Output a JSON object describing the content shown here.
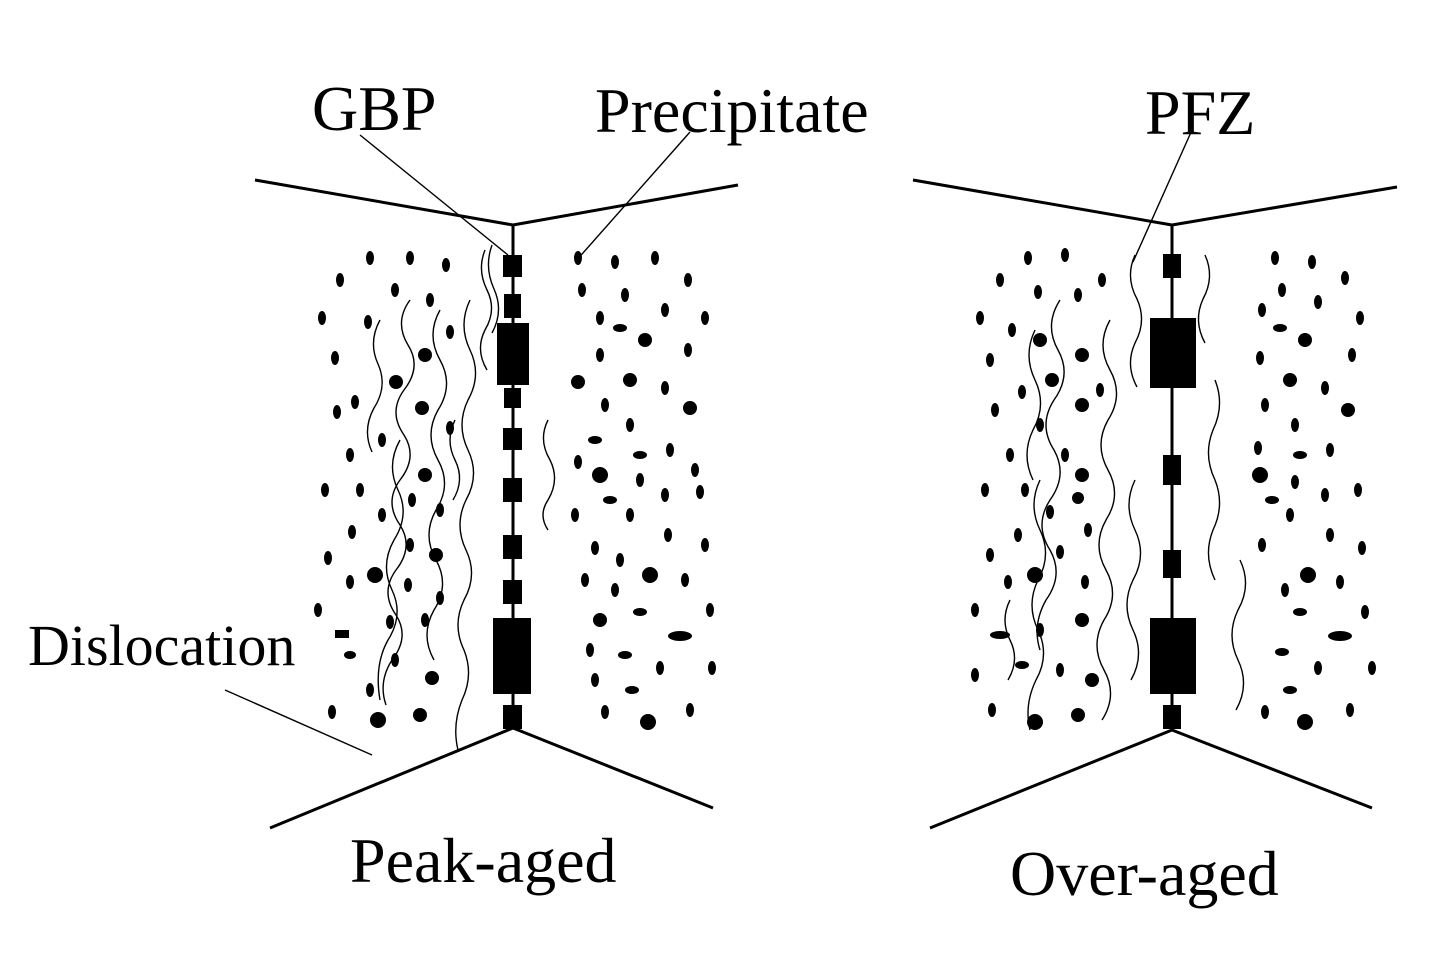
{
  "labels": {
    "gbp": "GBP",
    "precipitate": "Precipitate",
    "pfz": "PFZ",
    "dislocation": "Dislocation",
    "peak_aged": "Peak-aged",
    "over_aged": "Over-aged"
  },
  "colors": {
    "ink": "#000000",
    "background": "#ffffff"
  }
}
